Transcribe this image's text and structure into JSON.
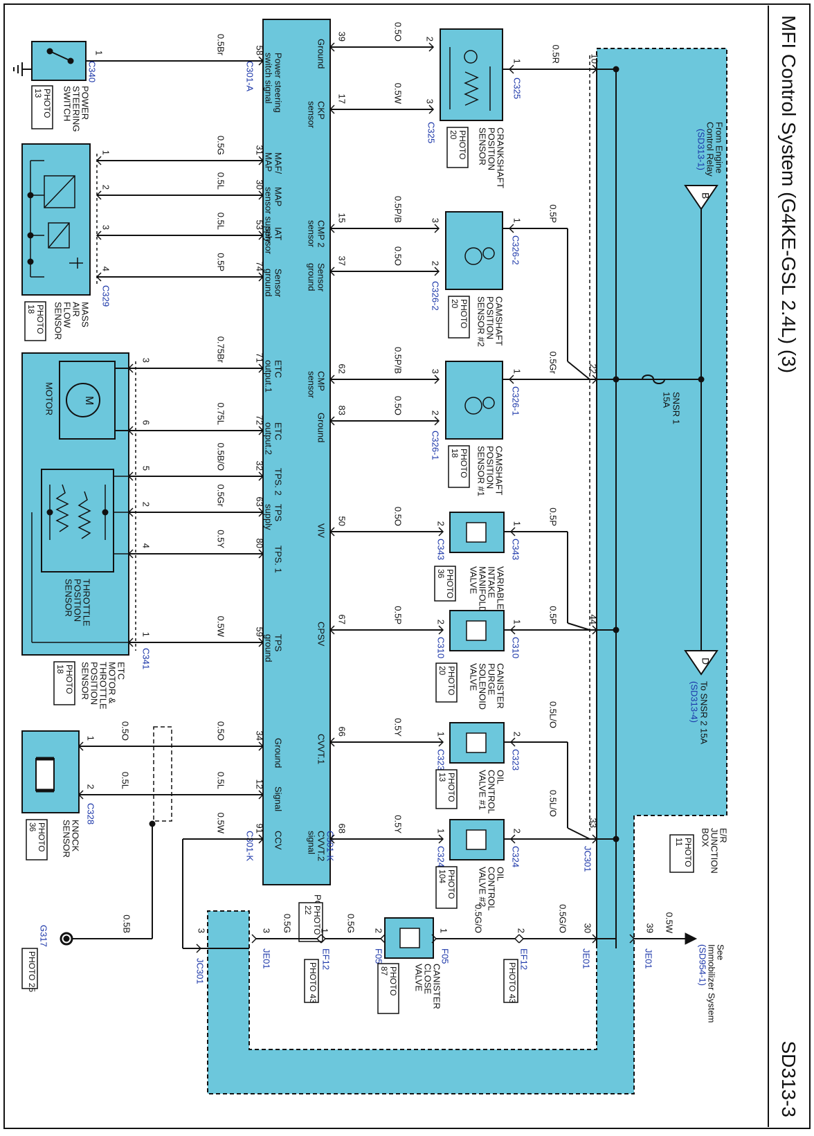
{
  "title": "MFI Control System (G4KE-GSL 2.4L) (3)",
  "code": "SD313-3",
  "colors": {
    "fill": "#6cc7dc",
    "wire": "#111111",
    "ref": "#1a35a8",
    "bg": "#ffffff"
  },
  "relay": {
    "letter": "B",
    "label1": "From Engine",
    "label2": "Control Relay",
    "ref": "(SD313-1)"
  },
  "fuse": {
    "name": "SNSR 1",
    "amp": "15A"
  },
  "to_snsr": {
    "letter": "D",
    "label": "To SNSR 2 15A",
    "ref": "(SD313-4)"
  },
  "immob": {
    "label1": "See",
    "label2": "Immobilizer System",
    "ref": "(SD954-1)"
  },
  "ejb": {
    "label1": "E/R",
    "label2": "JUNCTION",
    "label3": "BOX",
    "photo": "PHOTO",
    "photo_n": "11"
  },
  "pcm": {
    "label": "PCM",
    "photo": "PHOTO",
    "photo_n": "22",
    "conn_a": "C301-A",
    "conn_k": "C301-K"
  },
  "pcm_pins": [
    {
      "pin": "58",
      "l1": "Power steering",
      "l2": "switch signal",
      "wire": "0.5Br"
    },
    {
      "pin": "31",
      "l1": "MAF/",
      "l2": "MAP",
      "wire": "0.5G"
    },
    {
      "pin": "30",
      "l1": "MAP",
      "l2": "sensor supply",
      "wire": "0.5L"
    },
    {
      "pin": "53",
      "l1": "IAT",
      "l2": "sensor",
      "wire": "0.5L"
    },
    {
      "pin": "74",
      "l1": "Sensor",
      "l2": "ground",
      "wire": "0.5P"
    },
    {
      "pin": "71",
      "l1": "ETC",
      "l2": "output.1",
      "wire": "0.75Br"
    },
    {
      "pin": "72",
      "l1": "ETC",
      "l2": "output.2",
      "wire": "0.75L"
    },
    {
      "pin": "32",
      "l1": "TPS. 2",
      "l2": "",
      "wire": "0.5B/O"
    },
    {
      "pin": "63",
      "l1": "TPS",
      "l2": "supply",
      "wire": "0.5Gr"
    },
    {
      "pin": "80",
      "l1": "TPS. 1",
      "l2": "",
      "wire": "0.5Y"
    },
    {
      "pin": "59",
      "l1": "TPS",
      "l2": "ground",
      "wire": "0.5W"
    },
    {
      "pin": "34",
      "l1": "Ground",
      "l2": "",
      "wire": "0.5O"
    },
    {
      "pin": "12",
      "l1": "Signal",
      "l2": "",
      "wire": "0.5L"
    },
    {
      "pin": "91",
      "l1": "CCV",
      "l2": "",
      "wire": "0.5W"
    }
  ],
  "pcm_right_pins": [
    {
      "pin": "39",
      "l1": "Ground",
      "l2": "",
      "wire": "0.5O"
    },
    {
      "pin": "17",
      "l1": "CKP",
      "l2": "sensor",
      "wire": "0.5W"
    },
    {
      "pin": "15",
      "l1": "CMP 2",
      "l2": "sensor",
      "wire": "0.5P/B"
    },
    {
      "pin": "37",
      "l1": "Sensor",
      "l2": "ground",
      "wire": "0.5O"
    },
    {
      "pin": "62",
      "l1": "CMP",
      "l2": "sensor",
      "wire": "0.5P/B"
    },
    {
      "pin": "83",
      "l1": "Ground",
      "l2": "",
      "wire": "0.5O"
    },
    {
      "pin": "50",
      "l1": "VIV",
      "l2": "",
      "wire": "0.5O"
    },
    {
      "pin": "67",
      "l1": "CPSV",
      "l2": "",
      "wire": "0.5P"
    },
    {
      "pin": "66",
      "l1": "CVVT.1",
      "l2": "",
      "wire": "0.5Y"
    },
    {
      "pin": "68",
      "l1": "CVVT.2",
      "l2": "signal",
      "wire": "0.5Y"
    }
  ],
  "left_components": [
    {
      "name": "POWER STEERING SWITCH",
      "conn": "C340",
      "photo": "PHOTO",
      "photo_n": "13"
    },
    {
      "name": "MASS AIR FLOW SENSOR",
      "conn": "C329",
      "photo": "PHOTO",
      "photo_n": "18"
    },
    {
      "name": "ETC MOTOR & THROTTLE POSITION SENSOR",
      "conn": "C341",
      "photo": "PHOTO",
      "photo_n": "18",
      "motor": "MOTOR",
      "tps": "THROTTLE POSITION SENSOR",
      "motor_m": "M"
    },
    {
      "name": "KNOCK SENSOR",
      "conn": "C328",
      "photo": "PHOTO",
      "photo_n": "36"
    }
  ],
  "ground": {
    "conn": "G317",
    "photo": "PHOTO 25",
    "wire": "0.5B"
  },
  "right_components": [
    {
      "name": "CRANKSHAFT POSITION SENSOR",
      "conn": "C325",
      "photo": "PHOTO",
      "photo_n": "20",
      "pwr_wire": "0.5R",
      "jb_pin": "10"
    },
    {
      "name": "CAMSHAFT POSITION SENSOR #2",
      "conn": "C326-2",
      "photo": "PHOTO",
      "photo_n": "20",
      "pwr_wire": "0.5P"
    },
    {
      "name": "CAMSHAFT POSITION SENSOR #1",
      "conn": "C326-1",
      "photo": "PHOTO",
      "photo_n": "18",
      "pwr_wire": "0.5Gr",
      "jb_pin": "22"
    },
    {
      "name": "VARIABLE INTAKE MANIFOLD VALVE",
      "conn": "C343",
      "photo": "PHOTO",
      "photo_n": "36",
      "pwr_wire": "0.5P"
    },
    {
      "name": "CANISTER PURGE SOLENOID VALVE",
      "conn": "C310",
      "photo": "PHOTO",
      "photo_n": "20",
      "pwr_wire": "0.5P",
      "jb_pin": "44"
    },
    {
      "name": "OIL CONTROL VALVE #1",
      "conn": "C323",
      "photo": "PHOTO",
      "photo_n": "13",
      "pwr_wire": "0.5L/O"
    },
    {
      "name": "OIL CONTROL VALVE #2",
      "conn": "C324",
      "photo": "PHOTO",
      "photo_n": "104",
      "pwr_wire": "0.5L/O",
      "jb_pin": "33",
      "jb_conn": "JC301"
    }
  ],
  "canister_close": {
    "name": "CANISTER CLOSE VALVE",
    "conn": "F05",
    "photo": "PHOTO",
    "photo_n": "87",
    "w_in": "0.5G/O",
    "w_out": "0.5G",
    "w_ef": "0.5G/O",
    "w_je": "0.5G"
  },
  "bottom_labels": {
    "je01_30": "30",
    "je01_39": "39",
    "je01_3": "3",
    "jc301_3": "3",
    "ef12_2": "2",
    "ef12_1": "1",
    "f05_1": "1",
    "f05_2": "2",
    "je01": "JE01",
    "jc301": "JC301",
    "ef12": "EF12",
    "f05": "F05",
    "photo43": "PHOTO 43",
    "w_immob": "0.5W"
  }
}
